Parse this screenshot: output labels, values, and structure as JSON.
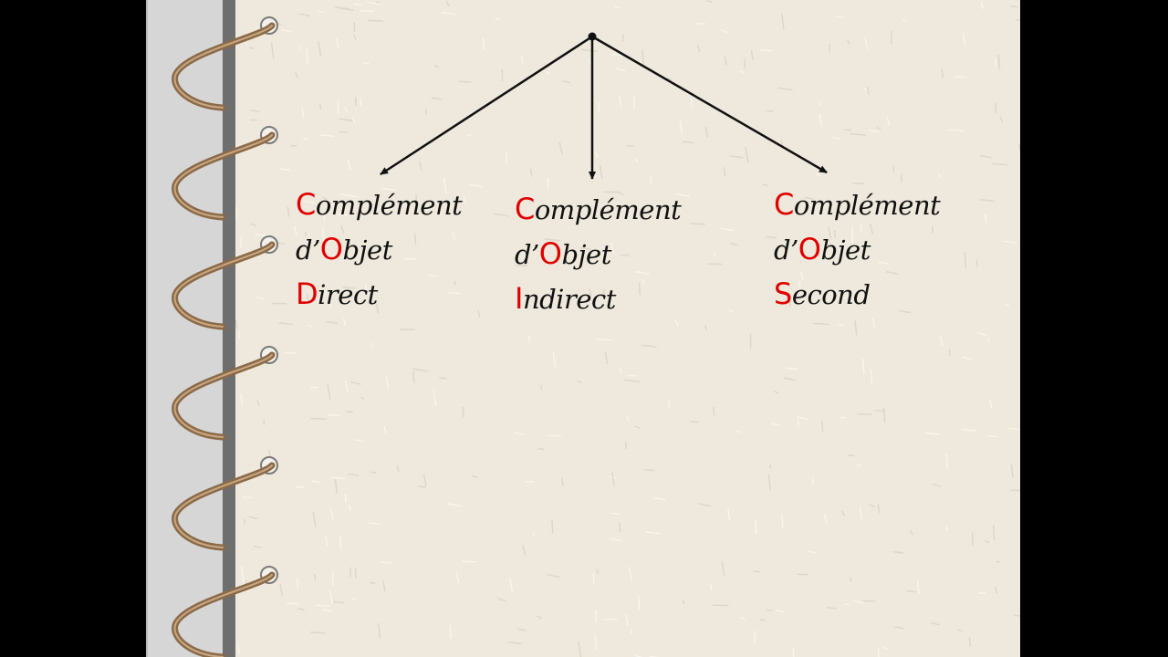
{
  "diagram": {
    "branches": [
      {
        "name": "cod",
        "lines": [
          {
            "initial": "C",
            "rest": "omplément"
          },
          {
            "prefix": "d’",
            "initial": "O",
            "rest": "bjet"
          },
          {
            "initial": "D",
            "rest": "irect"
          }
        ]
      },
      {
        "name": "coi",
        "lines": [
          {
            "initial": "C",
            "rest": "omplément"
          },
          {
            "prefix": "d’",
            "initial": "O",
            "rest": "bjet"
          },
          {
            "initial": "I",
            "rest": "ndirect"
          }
        ]
      },
      {
        "name": "cos",
        "lines": [
          {
            "initial": "C",
            "rest": "omplément"
          },
          {
            "prefix": "d’",
            "initial": "O",
            "rest": "bjet"
          },
          {
            "initial": "S",
            "rest": "econd"
          }
        ]
      }
    ]
  },
  "colors": {
    "accent": "#e00000",
    "ink": "#111111",
    "paper": "#eee9dc",
    "binding": "#d6d6d6",
    "ring": "#8b6a48"
  },
  "icons": [
    "spiral-ring-icon",
    "arrow-icon"
  ]
}
